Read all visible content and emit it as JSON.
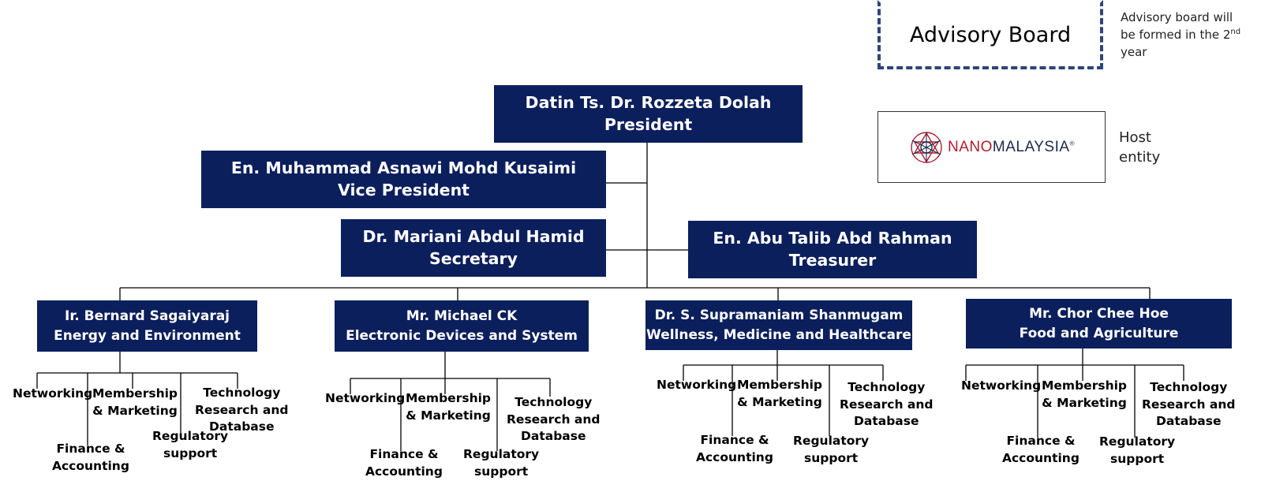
{
  "advisory": {
    "label": "Advisory Board",
    "note_line1": "Advisory board will",
    "note_line2": "be formed in the 2",
    "note_sup": "nd",
    "note_line3": "year"
  },
  "host": {
    "logo_prefix": "NANO",
    "logo_suffix": "MALAYSIA",
    "logo_mark": "®",
    "label_line1": "Host",
    "label_line2": "entity"
  },
  "president": {
    "name": "Datin Ts. Dr. Rozzeta Dolah",
    "role": "President"
  },
  "vice_president": {
    "name": "En. Muhammad Asnawi Mohd Kusaimi",
    "role": "Vice President"
  },
  "secretary": {
    "name": "Dr. Mariani Abdul Hamid",
    "role": "Secretary"
  },
  "treasurer": {
    "name": "En. Abu Talib Abd Rahman",
    "role": "Treasurer"
  },
  "divisions": [
    {
      "name": "Ir. Bernard Sagaiyaraj",
      "sector": "Energy and Environment",
      "networking": "Networking",
      "membership_1": "Membership",
      "membership_2": "& Marketing",
      "finance_1": "Finance &",
      "finance_2": "Accounting",
      "regulatory_1": "Regulatory",
      "regulatory_2": "support",
      "tech_1": "Technology",
      "tech_2": "Research and",
      "tech_3": "Database"
    },
    {
      "name": "Mr. Michael CK",
      "sector": "Electronic Devices and System",
      "networking": "Networking",
      "membership_1": "Membership",
      "membership_2": "& Marketing",
      "finance_1": "Finance &",
      "finance_2": "Accounting",
      "regulatory_1": "Regulatory",
      "regulatory_2": "support",
      "tech_1": "Technology",
      "tech_2": "Research and",
      "tech_3": "Database"
    },
    {
      "name": "Dr. S. Supramaniam Shanmugam",
      "sector": "Wellness, Medicine and Healthcare",
      "networking": "Networking",
      "membership_1": "Membership",
      "membership_2": "& Marketing",
      "finance_1": "Finance &",
      "finance_2": "Accounting",
      "regulatory_1": "Regulatory",
      "regulatory_2": "support",
      "tech_1": "Technology",
      "tech_2": "Research and",
      "tech_3": "Database"
    },
    {
      "name": "Mr. Chor Chee Hoe",
      "sector": "Food and Agriculture",
      "networking": "Networking",
      "membership_1": "Membership",
      "membership_2": "& Marketing",
      "finance_1": "Finance &",
      "finance_2": "Accounting",
      "regulatory_1": "Regulatory",
      "regulatory_2": "support",
      "tech_1": "Technology",
      "tech_2": "Research and",
      "tech_3": "Database"
    }
  ],
  "colors": {
    "box_fill": "#0b1f5c",
    "dashed_border": "#2e4577",
    "logo_red": "#b01c2e",
    "logo_navy": "#1b2a4a"
  }
}
